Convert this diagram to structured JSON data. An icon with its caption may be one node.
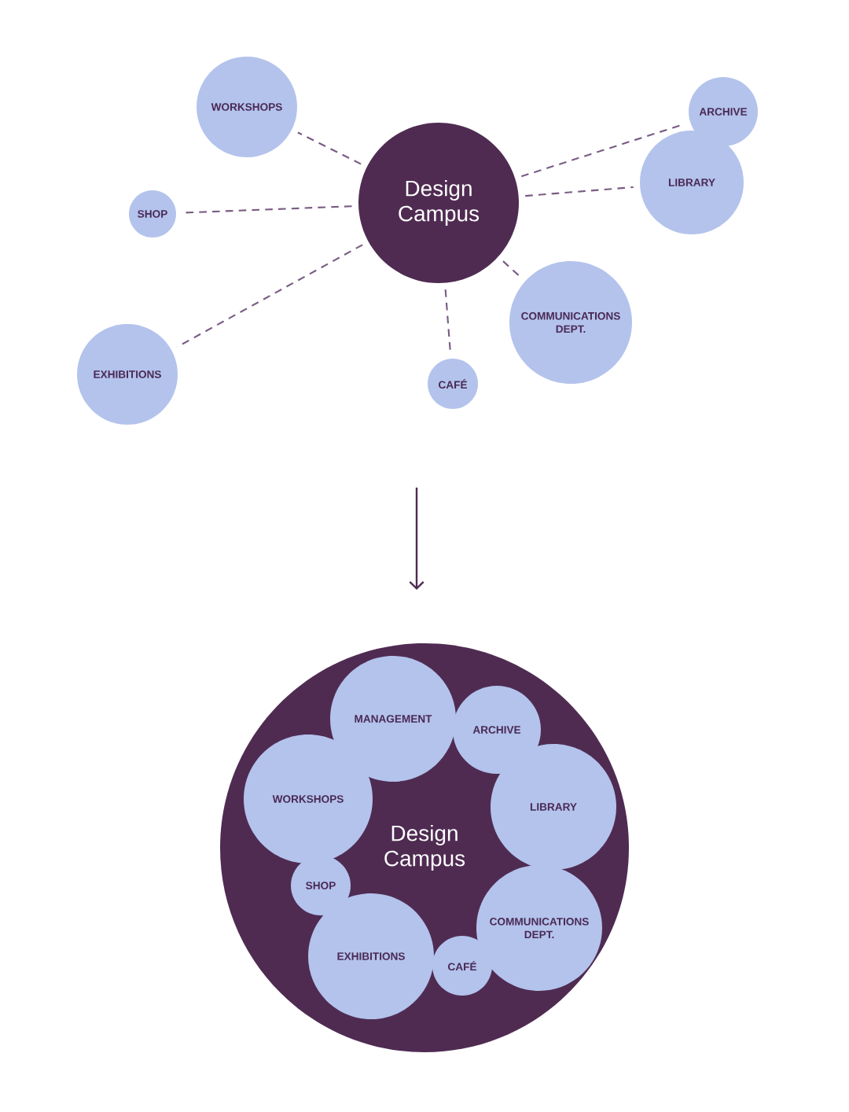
{
  "diagram": {
    "nodes": [
      {
        "text": [
          "Design Campus"
        ]
      },
      {
        "text": [
          "WORKSHOPS"
        ]
      },
      {
        "text": [
          "SHOP"
        ]
      },
      {
        "text": [
          "EXHIBITIONS"
        ]
      },
      {
        "text": [
          "ARCHIVE"
        ]
      },
      {
        "text": [
          "LIBRARY"
        ]
      },
      {
        "text": [
          "COMMUNICATIONS DEPT."
        ]
      },
      {
        "text": [
          "CAFÉ"
        ]
      },
      {
        "text": [
          "Design Campus"
        ]
      },
      {
        "text": [
          "MANAGEMENT"
        ],
        "in": 8
      },
      {
        "text": [
          "ARCHIVE"
        ],
        "in": 8
      },
      {
        "text": [
          "LIBRARY"
        ],
        "in": 8
      },
      {
        "text": [
          "COMMUNICATIONS DEPT."
        ],
        "in": 8
      },
      {
        "text": [
          "CAFÉ"
        ],
        "in": 8
      },
      {
        "text": [
          "EXHIBITIONS"
        ],
        "in": 8
      },
      {
        "text": [
          "SHOP"
        ],
        "in": 8
      },
      {
        "text": [
          "WORKSHOPS"
        ],
        "in": 8
      }
    ],
    "edges": [
      {
        "from": 0,
        "to": 1,
        "arrow": "none",
        "style": "dashed"
      },
      {
        "from": 0,
        "to": 2,
        "arrow": "none",
        "style": "dashed"
      },
      {
        "from": 0,
        "to": 3,
        "arrow": "none",
        "style": "dashed"
      },
      {
        "from": 0,
        "to": 4,
        "arrow": "none",
        "style": "dashed"
      },
      {
        "from": 0,
        "to": 5,
        "arrow": "none",
        "style": "dashed"
      },
      {
        "from": 0,
        "to": 6,
        "arrow": "none",
        "style": "dashed"
      },
      {
        "from": 0,
        "to": 7,
        "arrow": "none",
        "style": "dashed"
      }
    ]
  }
}
